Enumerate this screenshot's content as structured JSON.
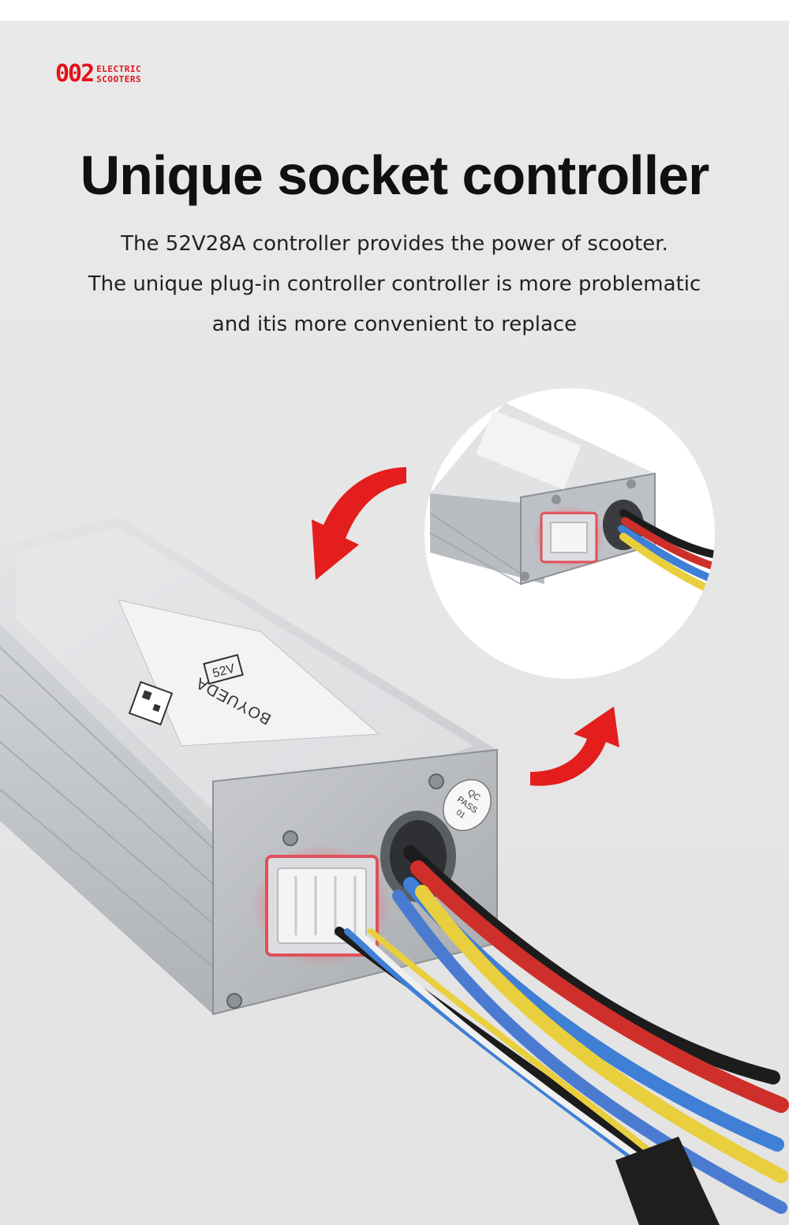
{
  "brand": {
    "mark": "002",
    "line1": "ELECTRIC",
    "line2": "SCOOTERS",
    "color": "#e3121a"
  },
  "headline": "Unique socket controller",
  "description": [
    "The 52V28A controller provides the power of scooter.",
    "The unique plug-in controller controller is more problematic",
    "and itis more convenient to replace"
  ],
  "product_labels": {
    "voltage_badge": "52V",
    "maker": "BOYUEDA",
    "qc_line1": "QC",
    "qc_line2": "PASS",
    "qc_line3": "01"
  },
  "icons": {
    "arrow_top": "curved-arrow-down-left",
    "arrow_bottom": "curved-arrow-up-right"
  },
  "colors": {
    "arrow": "#e41d1d",
    "highlight": "#e0505a",
    "wire_red": "#cf2f2a",
    "wire_blue": "#3f7fd6",
    "wire_yellow": "#e9cf3d",
    "wire_black": "#1c1c1c"
  }
}
